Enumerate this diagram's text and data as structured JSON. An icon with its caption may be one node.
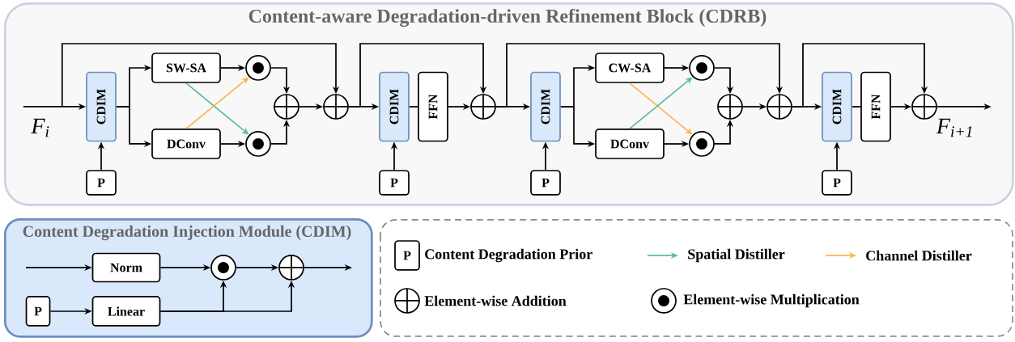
{
  "diagram": {
    "nodes": [
      {
        "text": [
          "Content-aware Degradation-driven Refinement Block (CDRB)"
        ]
      },
      {
        "text": [
          "CDIM"
        ],
        "in": 0
      },
      {
        "text": [
          "P"
        ],
        "in": 0
      },
      {
        "text": [
          "SW-SA"
        ],
        "in": 0
      },
      {
        "text": [
          "DConv"
        ],
        "in": 0
      },
      {
        "text": [],
        "shape": "circle",
        "in": 0
      },
      {
        "text": [],
        "shape": "circle",
        "in": 0
      },
      {
        "text": [],
        "shape": "circle",
        "in": 0
      },
      {
        "text": [],
        "shape": "circle",
        "in": 0
      },
      {
        "text": [
          "CDIM"
        ],
        "in": 0
      },
      {
        "text": [
          "P"
        ],
        "in": 0
      },
      {
        "text": [
          "FFN"
        ],
        "in": 0
      },
      {
        "text": [],
        "shape": "circle",
        "in": 0
      },
      {
        "text": [
          "CDIM"
        ],
        "in": 0
      },
      {
        "text": [
          "P"
        ],
        "in": 0
      },
      {
        "text": [
          "CW-SA"
        ],
        "in": 0
      },
      {
        "text": [
          "DConv"
        ],
        "in": 0
      },
      {
        "text": [],
        "shape": "circle",
        "in": 0
      },
      {
        "text": [],
        "shape": "circle",
        "in": 0
      },
      {
        "text": [],
        "shape": "circle",
        "in": 0
      },
      {
        "text": [],
        "shape": "circle",
        "in": 0
      },
      {
        "text": [
          "CDIM"
        ],
        "in": 0
      },
      {
        "text": [
          "P"
        ],
        "in": 0
      },
      {
        "text": [
          "FFN"
        ],
        "in": 0
      },
      {
        "text": [],
        "shape": "circle",
        "in": 0
      },
      {
        "text": [
          "Content Degradation Injection Module (CDIM)"
        ]
      },
      {
        "text": [
          "Norm"
        ],
        "in": 25
      },
      {
        "text": [
          "P"
        ],
        "in": 25
      },
      {
        "text": [
          "Linear"
        ],
        "in": 25
      },
      {
        "text": [],
        "shape": "circle",
        "in": 25
      },
      {
        "text": [],
        "shape": "circle",
        "in": 25
      },
      {
        "text": [
          "F$_{i}$"
        ],
        "in": 0
      },
      {
        "text": [
          "F$_{i+1}$"
        ],
        "in": 0
      }
    ],
    "edges": [
      {
        "from": 31,
        "to": 1,
        "arrow": "to"
      },
      {
        "from": 1,
        "to": 3,
        "arrow": "to"
      },
      {
        "from": 1,
        "to": 4,
        "arrow": "to"
      },
      {
        "from": 3,
        "to": 5,
        "arrow": "to"
      },
      {
        "from": 4,
        "to": 6,
        "arrow": "to"
      },
      {
        "from": 3,
        "to": 6,
        "arrow": "to",
        "color": "#5cbaa3"
      },
      {
        "from": 4,
        "to": 5,
        "arrow": "to",
        "color": "#fdb64e"
      },
      {
        "from": 5,
        "to": 7,
        "arrow": "to"
      },
      {
        "from": 6,
        "to": 7,
        "arrow": "to"
      },
      {
        "from": 7,
        "to": 8,
        "arrow": "to"
      },
      {
        "from": 31,
        "to": 8,
        "arrow": "to"
      },
      {
        "from": 2,
        "to": 1,
        "arrow": "to"
      },
      {
        "from": 8,
        "to": 9,
        "arrow": "to"
      },
      {
        "from": 8,
        "to": 12,
        "arrow": "to"
      },
      {
        "from": 10,
        "to": 9,
        "arrow": "to"
      },
      {
        "from": 9,
        "to": 11,
        "arrow": "none"
      },
      {
        "from": 11,
        "to": 12,
        "arrow": "to"
      },
      {
        "from": 12,
        "to": 13,
        "arrow": "to"
      },
      {
        "from": 12,
        "to": 20,
        "arrow": "to"
      },
      {
        "from": 14,
        "to": 13,
        "arrow": "to"
      },
      {
        "from": 13,
        "to": 15,
        "arrow": "to"
      },
      {
        "from": 13,
        "to": 16,
        "arrow": "to"
      },
      {
        "from": 15,
        "to": 17,
        "arrow": "to"
      },
      {
        "from": 16,
        "to": 18,
        "arrow": "to"
      },
      {
        "from": 15,
        "to": 18,
        "arrow": "to",
        "color": "#fdb64e"
      },
      {
        "from": 16,
        "to": 17,
        "arrow": "to",
        "color": "#5cbaa3"
      },
      {
        "from": 17,
        "to": 19,
        "arrow": "to"
      },
      {
        "from": 18,
        "to": 19,
        "arrow": "to"
      },
      {
        "from": 19,
        "to": 20,
        "arrow": "to"
      },
      {
        "from": 20,
        "to": 21,
        "arrow": "to"
      },
      {
        "from": 20,
        "to": 24,
        "arrow": "to"
      },
      {
        "from": 22,
        "to": 21,
        "arrow": "to"
      },
      {
        "from": 21,
        "to": 23,
        "arrow": "none"
      },
      {
        "from": 23,
        "to": 24,
        "arrow": "to"
      },
      {
        "from": 24,
        "to": 32,
        "arrow": "to"
      },
      {
        "from": null,
        "to": 26,
        "arrow": "to"
      },
      {
        "from": 26,
        "to": 29,
        "arrow": "to"
      },
      {
        "from": 29,
        "to": 30,
        "arrow": "to"
      },
      {
        "from": 30,
        "to": null,
        "arrow": "to"
      },
      {
        "from": 27,
        "to": 28,
        "arrow": "to"
      },
      {
        "from": 28,
        "to": 29,
        "arrow": "to"
      },
      {
        "from": 28,
        "to": 30,
        "arrow": "to"
      }
    ],
    "labels": [
      "P"
    ],
    "legend": [
      {
        "text": "Content Degradation Prior"
      },
      {
        "text": "Spatial Distiller"
      },
      {
        "text": "Channel Distiller"
      },
      {
        "text": "Element-wise Addition"
      },
      {
        "text": "Element-wise Multiplication"
      }
    ]
  }
}
